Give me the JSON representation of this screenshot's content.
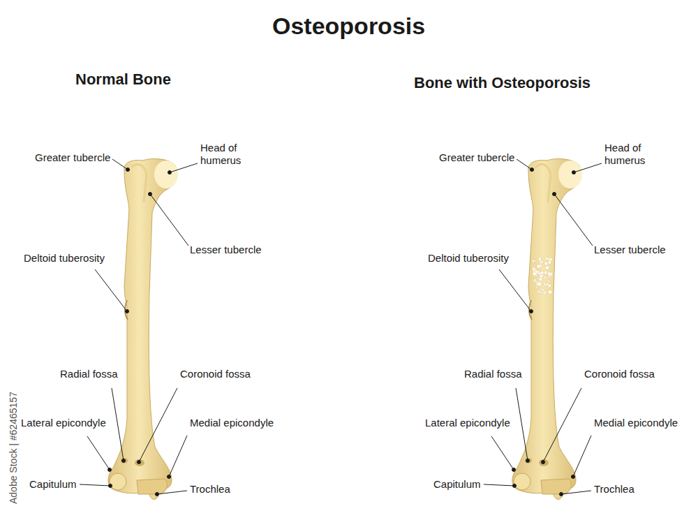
{
  "diagram": {
    "title": "Osteoporosis",
    "labels": [
      "Normal Bone",
      "Bone with Osteoporosis",
      "Greater tubercle",
      "Head of humerus",
      "Lesser tubercle",
      "Deltoid tuberosity",
      "Radial fossa",
      "Coronoid fossa",
      "Lateral epicondyle",
      "Medial epicondyle",
      "Capitulum",
      "Trochlea",
      "Greater tubercle",
      "Head of humerus",
      "Lesser tubercle",
      "Deltoid tuberosity",
      "Radial fossa",
      "Coronoid fossa",
      "Lateral epicondyle",
      "Medial epicondyle",
      "Capitulum",
      "Trochlea",
      "Adobe Stock | #62465157"
    ]
  }
}
